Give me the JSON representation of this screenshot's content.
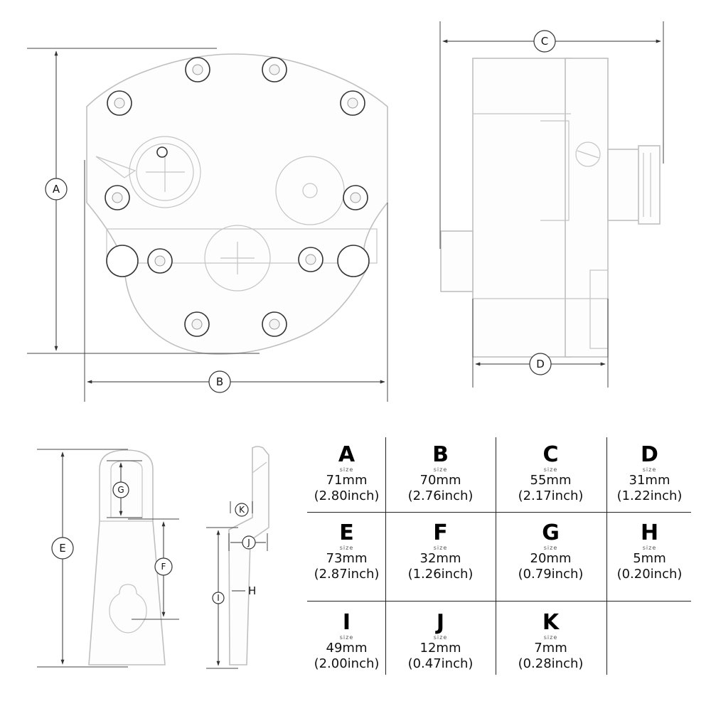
{
  "labels": {
    "A": "A",
    "B": "B",
    "C": "C",
    "D": "D",
    "E": "E",
    "F": "F",
    "G": "G",
    "H": "H",
    "I": "I",
    "J": "J",
    "K": "K"
  },
  "size_word": "size",
  "specs": [
    {
      "letter": "A",
      "mm": "71mm",
      "inch": "(2.80inch)"
    },
    {
      "letter": "B",
      "mm": "70mm",
      "inch": "(2.76inch)"
    },
    {
      "letter": "C",
      "mm": "55mm",
      "inch": "(2.17inch)"
    },
    {
      "letter": "D",
      "mm": "31mm",
      "inch": "(1.22inch)"
    },
    {
      "letter": "E",
      "mm": "73mm",
      "inch": "(2.87inch)"
    },
    {
      "letter": "F",
      "mm": "32mm",
      "inch": "(1.26inch)"
    },
    {
      "letter": "G",
      "mm": "20mm",
      "inch": "(0.79inch)"
    },
    {
      "letter": "H",
      "mm": "5mm",
      "inch": "(0.20inch)"
    },
    {
      "letter": "I",
      "mm": "49mm",
      "inch": "(2.00inch)"
    },
    {
      "letter": "J",
      "mm": "12mm",
      "inch": "(0.47inch)"
    },
    {
      "letter": "K",
      "mm": "7mm",
      "inch": "(0.28inch)"
    }
  ]
}
